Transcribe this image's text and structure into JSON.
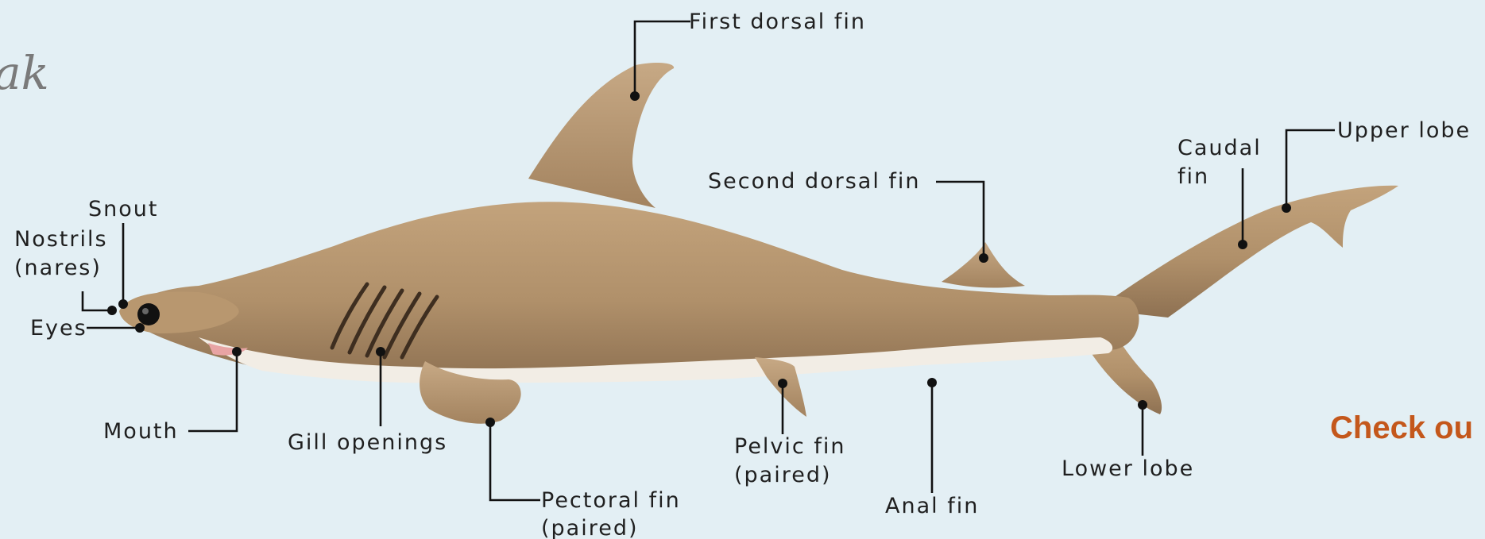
{
  "title_fragment": "ak",
  "labels": {
    "first_dorsal_fin": "First dorsal fin",
    "second_dorsal_fin": "Second dorsal fin",
    "upper_lobe": "Upper lobe",
    "caudal_fin_line1": "Caudal",
    "caudal_fin_line2": "fin",
    "snout": "Snout",
    "nostrils_line1": "Nostrils",
    "nostrils_line2": "(nares)",
    "eyes": "Eyes",
    "mouth": "Mouth",
    "gill_openings": "Gill openings",
    "pectoral_fin_line1": "Pectoral fin",
    "pectoral_fin_line2": "(paired)",
    "pelvic_fin_line1": "Pelvic fin",
    "pelvic_fin_line2": "(paired)",
    "anal_fin": "Anal fin",
    "lower_lobe": "Lower lobe"
  },
  "cta_text": "Check ou",
  "colors": {
    "background": "#e3eff4",
    "shark_body": "#b99a74",
    "shark_belly": "#f5f1ea",
    "cta": "#c4571b"
  }
}
